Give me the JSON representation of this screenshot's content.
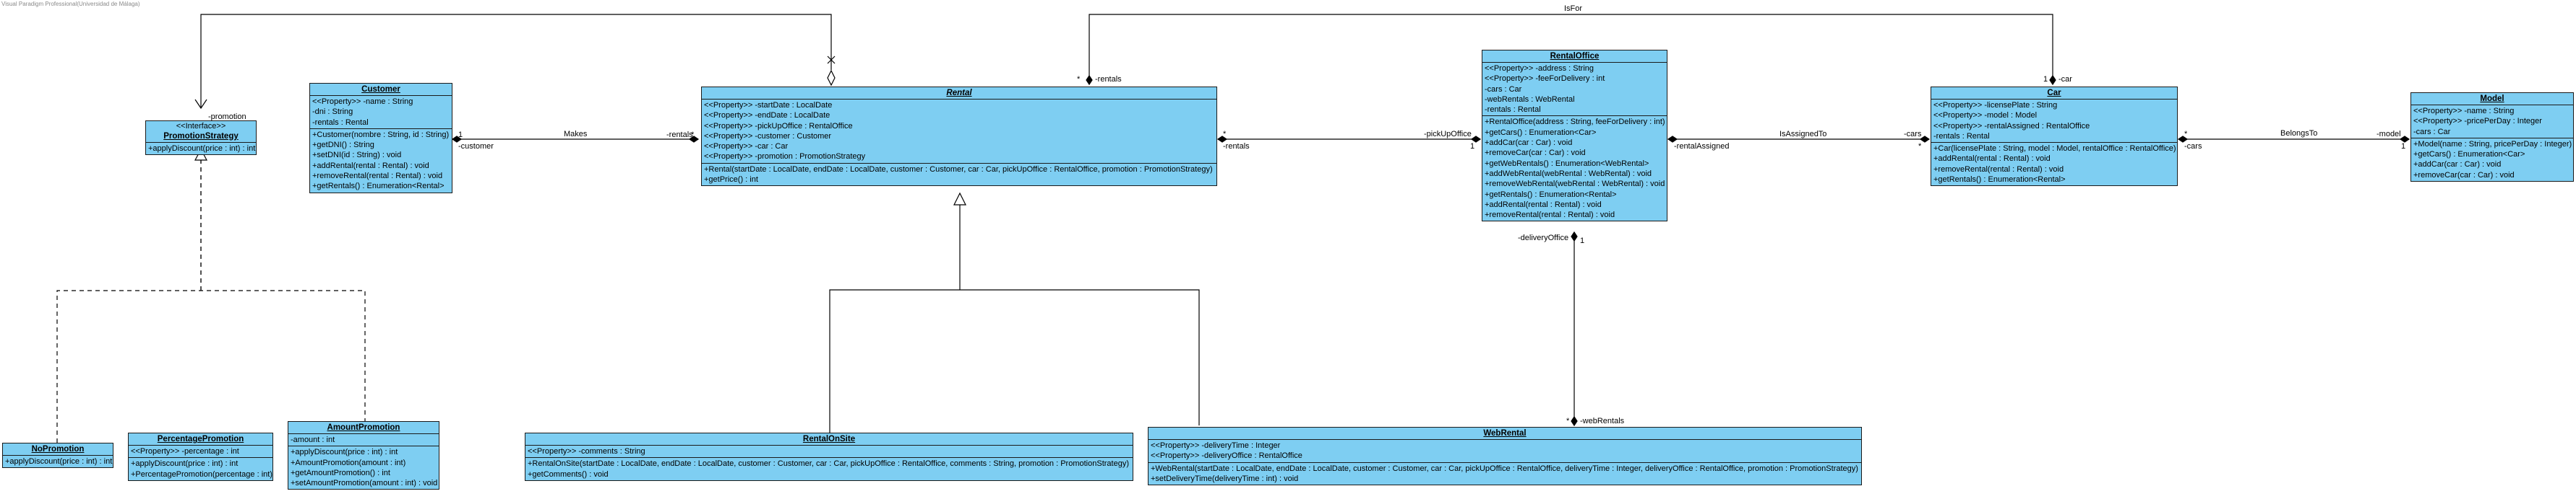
{
  "watermark": "Visual Paradigm Professional(Universidad de Málaga)",
  "classes": {
    "customer": {
      "name": "Customer",
      "attributes": [
        "<<Property>> -name : String",
        "-dni : String",
        "-rentals : Rental"
      ],
      "operations": [
        "+Customer(nombre : String, id : String)",
        "+getDNI() : String",
        "+setDNI(id : String) : void",
        "+addRental(rental : Rental) : void",
        "+removeRental(rental : Rental) : void",
        "+getRentals() : Enumeration<Rental>"
      ]
    },
    "promotion_strategy": {
      "stereotype": "<<Interface>>",
      "name": "PromotionStrategy",
      "operations": [
        "+applyDiscount(price : int) : int"
      ]
    },
    "rental": {
      "name": "Rental",
      "attributes": [
        "<<Property>> -startDate : LocalDate",
        "<<Property>> -endDate : LocalDate",
        "<<Property>> -pickUpOffice : RentalOffice",
        "<<Property>> -customer : Customer",
        "<<Property>> -car : Car",
        "<<Property>> -promotion : PromotionStrategy"
      ],
      "operations": [
        "+Rental(startDate : LocalDate, endDate : LocalDate, customer : Customer, car : Car, pickUpOffice : RentalOffice, promotion : PromotionStrategy)",
        "+getPrice() : int"
      ]
    },
    "rental_office": {
      "name": "RentalOffice",
      "attributes": [
        "<<Property>> -address : String",
        "<<Property>> -feeForDelivery : int",
        "-cars : Car",
        "-webRentals : WebRental",
        "-rentals : Rental"
      ],
      "operations": [
        "+RentalOffice(address : String, feeForDelivery : int)",
        "+getCars() : Enumeration<Car>",
        "+addCar(car : Car) : void",
        "+removeCar(car : Car) : void",
        "+getWebRentals() : Enumeration<WebRental>",
        "+addWebRental(webRental : WebRental) : void",
        "+removeWebRental(webRental : WebRental) : void",
        "+getRentals() : Enumeration<Rental>",
        "+addRental(rental : Rental) : void",
        "+removeRental(rental : Rental) : void"
      ]
    },
    "car": {
      "name": "Car",
      "attributes": [
        "<<Property>> -licensePlate : String",
        "<<Property>> -model : Model",
        "<<Property>> -rentalAssigned : RentalOffice",
        "-rentals : Rental"
      ],
      "operations": [
        "+Car(licensePlate : String, model : Model, rentalOffice : RentalOffice)",
        "+addRental(rental : Rental) : void",
        "+removeRental(rental : Rental) : void",
        "+getRentals() : Enumeration<Rental>"
      ]
    },
    "model": {
      "name": "Model",
      "attributes": [
        "<<Property>> -name : String",
        "<<Property>> -pricePerDay : Integer",
        "-cars : Car"
      ],
      "operations": [
        "+Model(name : String, pricePerDay : Integer)",
        "+getCars() : Enumeration<Car>",
        "+addCar(car : Car) : void",
        "+removeCar(car : Car) : void"
      ]
    },
    "no_promotion": {
      "name": "NoPromotion",
      "operations": [
        "+applyDiscount(price : int) : int"
      ]
    },
    "percentage_promotion": {
      "name": "PercentagePromotion",
      "attributes": [
        "<<Property>> -percentage : int"
      ],
      "operations": [
        "+applyDiscount(price : int) : int",
        "+PercentagePromotion(percentage : int)"
      ]
    },
    "amount_promotion": {
      "name": "AmountPromotion",
      "attributes": [
        "-amount : int"
      ],
      "operations": [
        "+applyDiscount(price : int) : int",
        "+AmountPromotion(amount : int)",
        "+getAmountPromotion() : int",
        "+setAmountPromotion(amount : int) : void"
      ]
    },
    "rental_on_site": {
      "name": "RentalOnSite",
      "attributes": [
        "<<Property>> -comments : String"
      ],
      "operations": [
        "+RentalOnSite(startDate : LocalDate, endDate : LocalDate, customer : Customer, car : Car, pickUpOffice : RentalOffice, comments : String, promotion : PromotionStrategy)",
        "+getComments() : void"
      ]
    },
    "web_rental": {
      "name": "WebRental",
      "attributes": [
        "<<Property>> -deliveryTime : Integer",
        "<<Property>> -deliveryOffice : RentalOffice"
      ],
      "operations": [
        "+WebRental(startDate : LocalDate, endDate : LocalDate, customer : Customer, car : Car, pickUpOffice : RentalOffice, deliveryTime : Integer, deliveryOffice : RentalOffice, promotion : PromotionStrategy)",
        "+setDeliveryTime(deliveryTime : int) : void"
      ]
    }
  },
  "edge_labels": {
    "promotion": "-promotion",
    "makes": "Makes",
    "customer_mult": "1",
    "customer_role": "-customer",
    "rentals_mult": "*",
    "rentals_role": "-rentals",
    "top_rentals_mult": "*",
    "top_rentals_role": "-rentals",
    "is_for": "IsFor",
    "car_mult": "1",
    "car_role": "-car",
    "office_rentals_mult": "*",
    "office_rentals_role": "-rentals",
    "pickup_office_role": "-pickUpOffice",
    "pickup_office_mult": "1",
    "is_assigned_to": "IsAssignedTo",
    "rental_assigned_role": "-rentalAssigned",
    "cars_mult": "*",
    "cars_role": "-cars",
    "belongs_to": "BelongsTo",
    "model_cars_mult": "*",
    "model_cars_role": "-cars",
    "model_mult": "1",
    "model_role": "-model",
    "delivery_office_role": "-deliveryOffice",
    "delivery_office_mult": "1",
    "web_rentals_mult": "*",
    "web_rentals_role": "-webRentals"
  }
}
